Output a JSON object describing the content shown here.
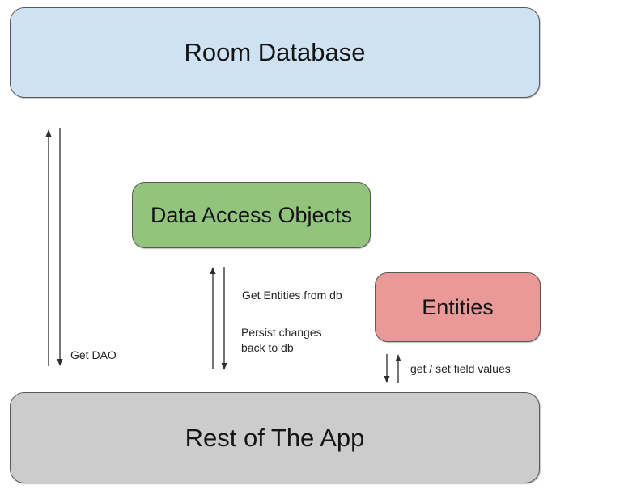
{
  "nodes": {
    "room_database": {
      "label": "Room Database",
      "fill": "#cfe2f3"
    },
    "data_access_objects": {
      "label": "Data Access Objects",
      "fill": "#93c47d"
    },
    "entities": {
      "label": "Entities",
      "fill": "#ea9999"
    },
    "rest_of_app": {
      "label": "Rest of The App",
      "fill": "#cccccc"
    }
  },
  "edges": {
    "get_dao": {
      "label": "Get DAO"
    },
    "get_entities": {
      "label": "Get Entities from db"
    },
    "persist_changes": {
      "label": "Persist changes back to db"
    },
    "get_set_fields": {
      "label": "get / set field values"
    }
  },
  "colors": {
    "node_border": "#595959",
    "arrow": "#3a3a3a",
    "text": "#141414",
    "background": "#ffffff"
  }
}
